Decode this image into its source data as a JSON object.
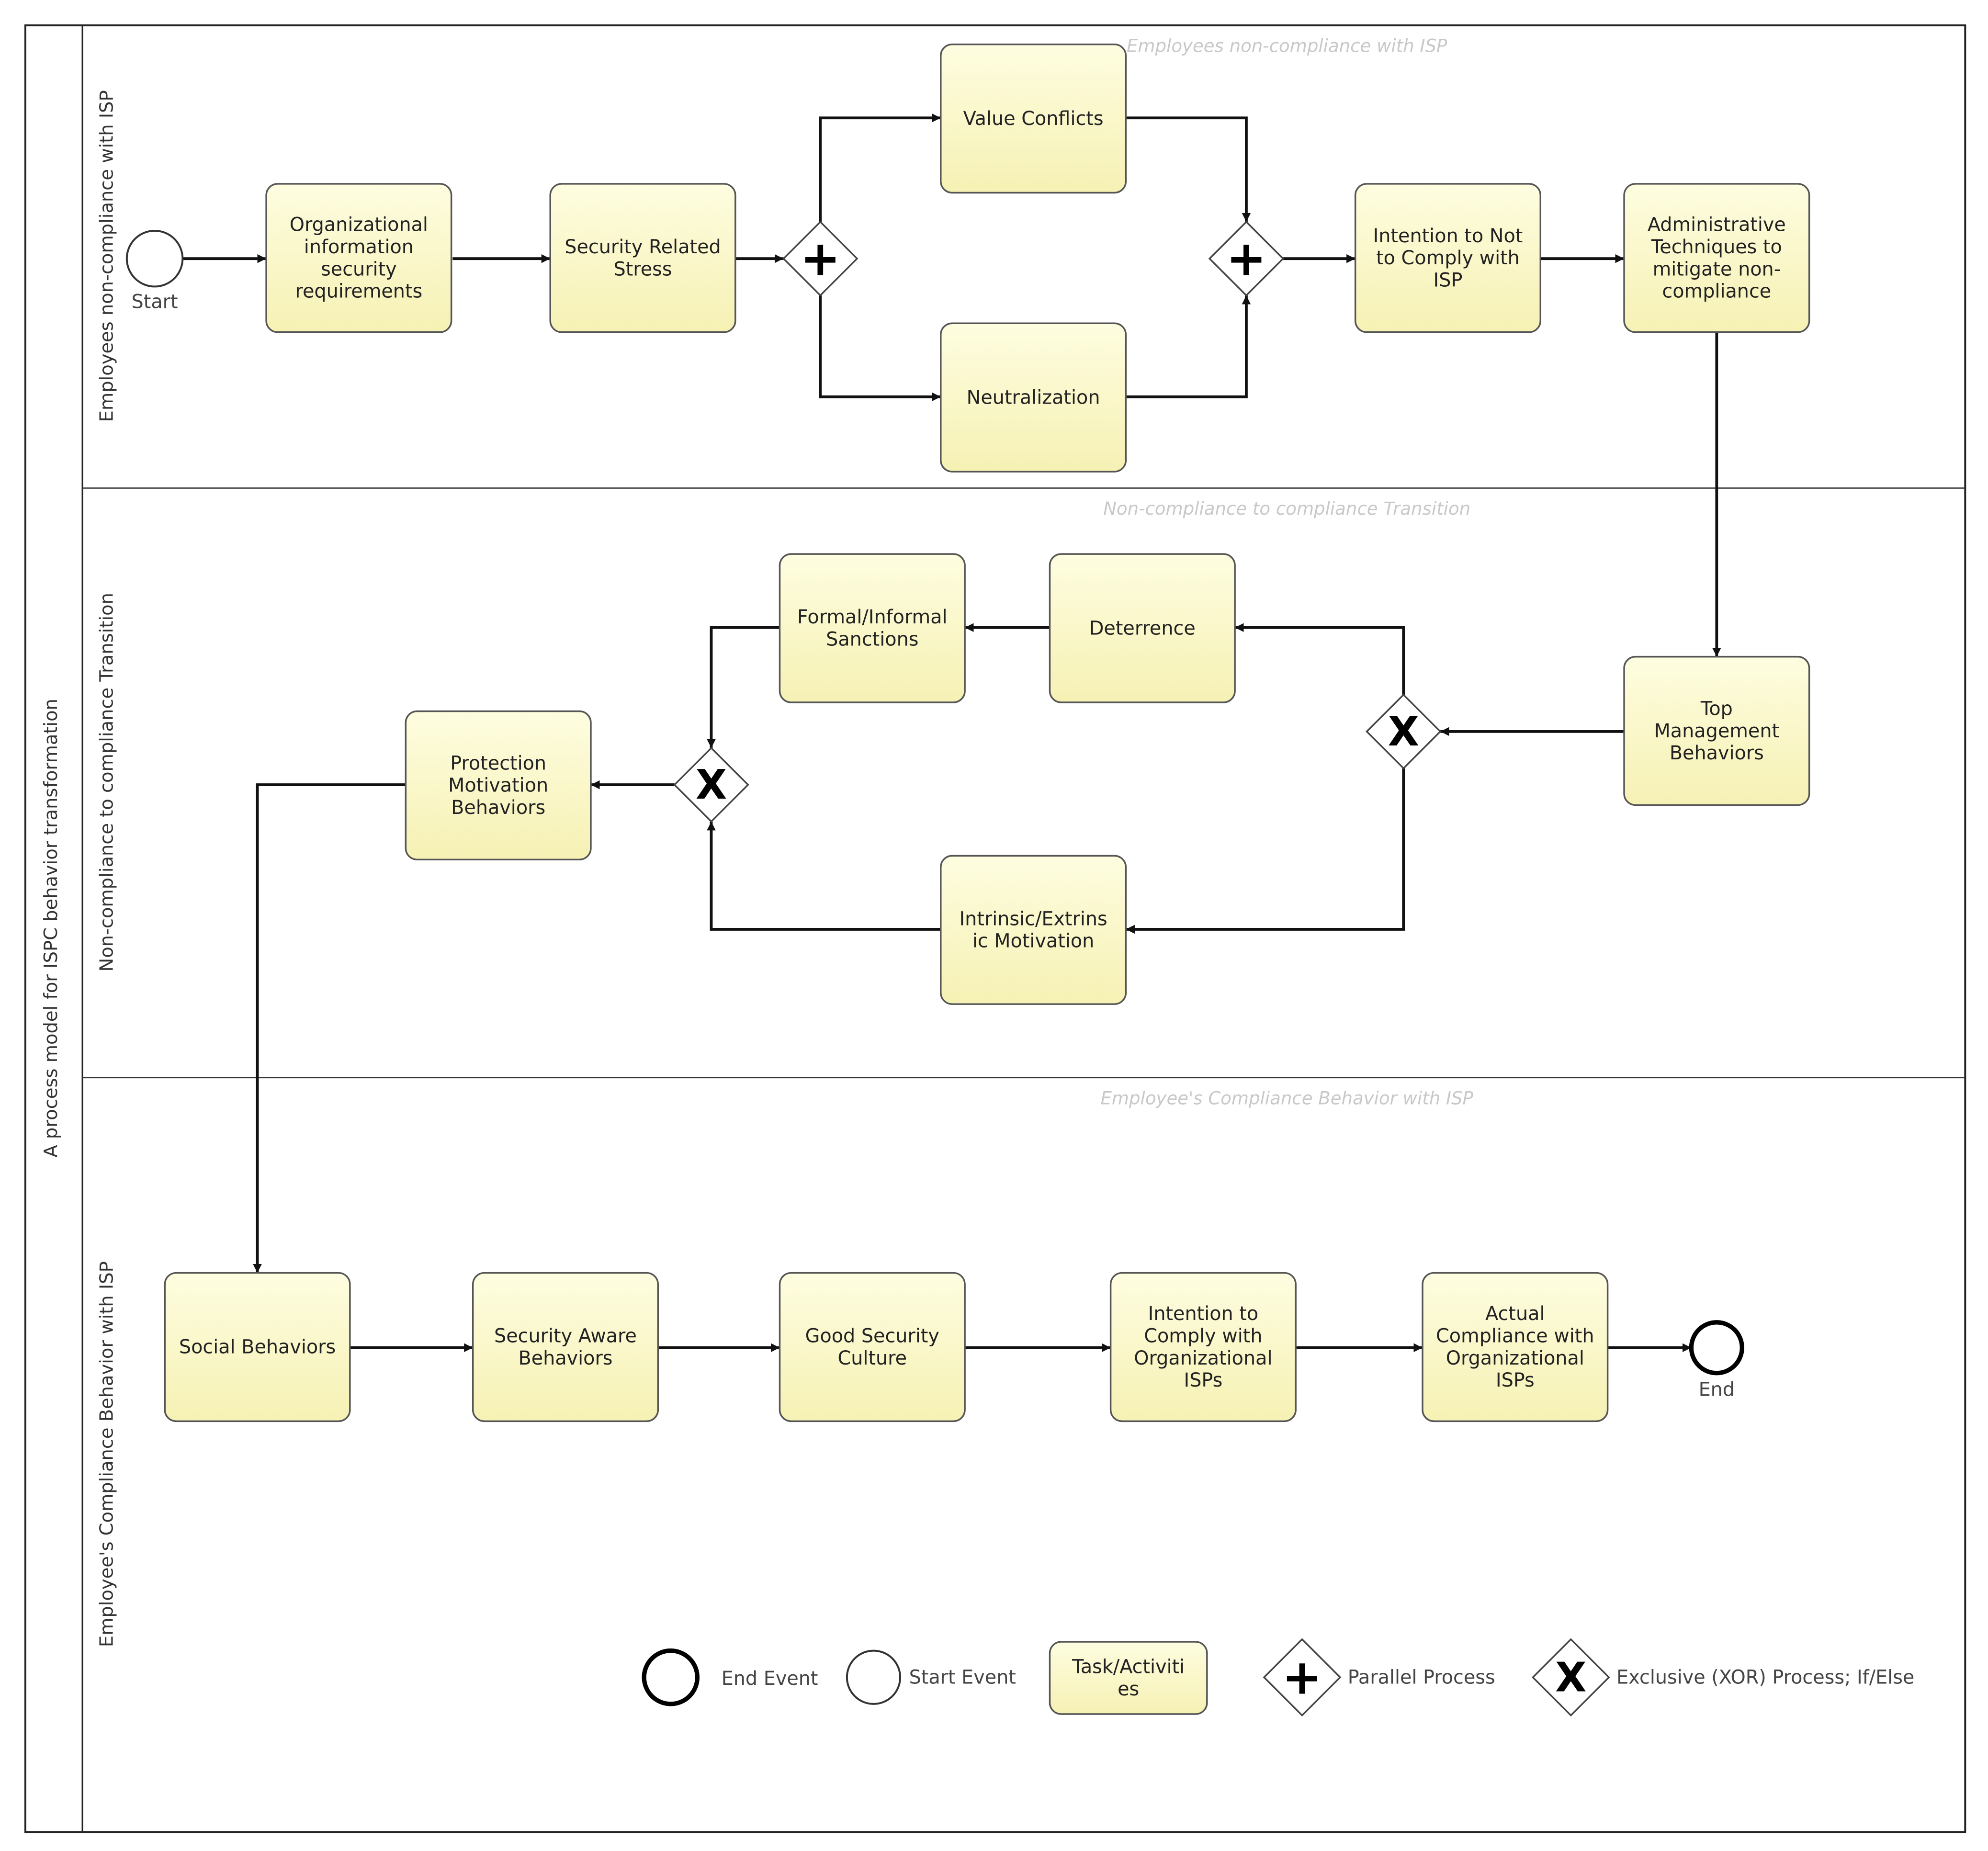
{
  "pool": {
    "title": "A process model for ISPC behavior transformation"
  },
  "lanes": [
    {
      "label": "Employees non-compliance with ISP",
      "watermark": "Employees non-compliance with ISP"
    },
    {
      "label": "Non-compliance to compliance Transition",
      "watermark": "Non-compliance to compliance Transition"
    },
    {
      "label": "Employee's Compliance Behavior with ISP",
      "watermark": "Employee's Compliance Behavior with ISP"
    }
  ],
  "events": {
    "start": "Start",
    "end": "End"
  },
  "tasks": [
    {
      "lines": [
        "Organizational",
        "information",
        "security",
        "requirements"
      ]
    },
    {
      "lines": [
        "Security Related",
        "Stress"
      ]
    },
    {
      "lines": [
        "Value Conflicts"
      ]
    },
    {
      "lines": [
        "Neutralization"
      ]
    },
    {
      "lines": [
        "Intention to Not",
        "to Comply with",
        "ISP"
      ]
    },
    {
      "lines": [
        "Administrative",
        "Techniques to",
        "mitigate non-",
        "compliance"
      ]
    },
    {
      "lines": [
        "Top",
        "Management",
        "Behaviors"
      ]
    },
    {
      "lines": [
        "Deterrence"
      ]
    },
    {
      "lines": [
        "Formal/Informal",
        "Sanctions"
      ]
    },
    {
      "lines": [
        "Intrinsic/Extrins",
        "ic Motivation"
      ]
    },
    {
      "lines": [
        "Protection",
        "Motivation",
        "Behaviors"
      ]
    },
    {
      "lines": [
        "Social Behaviors"
      ]
    },
    {
      "lines": [
        "Security Aware",
        "Behaviors"
      ]
    },
    {
      "lines": [
        "Good Security",
        "Culture"
      ]
    },
    {
      "lines": [
        "Intention to",
        "Comply with",
        "Organizational",
        "ISPs"
      ]
    },
    {
      "lines": [
        "Actual",
        "Compliance with",
        "Organizational",
        "ISPs"
      ]
    }
  ],
  "gateways": [
    {
      "type": "parallel",
      "symbol": "+"
    },
    {
      "type": "parallel",
      "symbol": "+"
    },
    {
      "type": "exclusive",
      "symbol": "X"
    },
    {
      "type": "exclusive",
      "symbol": "X"
    }
  ],
  "legend": {
    "end_event": "End Event",
    "start_event": "Start Event",
    "task_lines": [
      "Task/Activiti",
      "es"
    ],
    "parallel": "Parallel Process",
    "parallel_symbol": "+",
    "exclusive": "Exclusive (XOR) Process; If/Else",
    "exclusive_symbol": "X"
  },
  "colors": {
    "task_fill_top": "#fefde0",
    "task_fill_bottom": "#f6f1b4",
    "task_stroke": "#555555",
    "line": "#111111"
  }
}
